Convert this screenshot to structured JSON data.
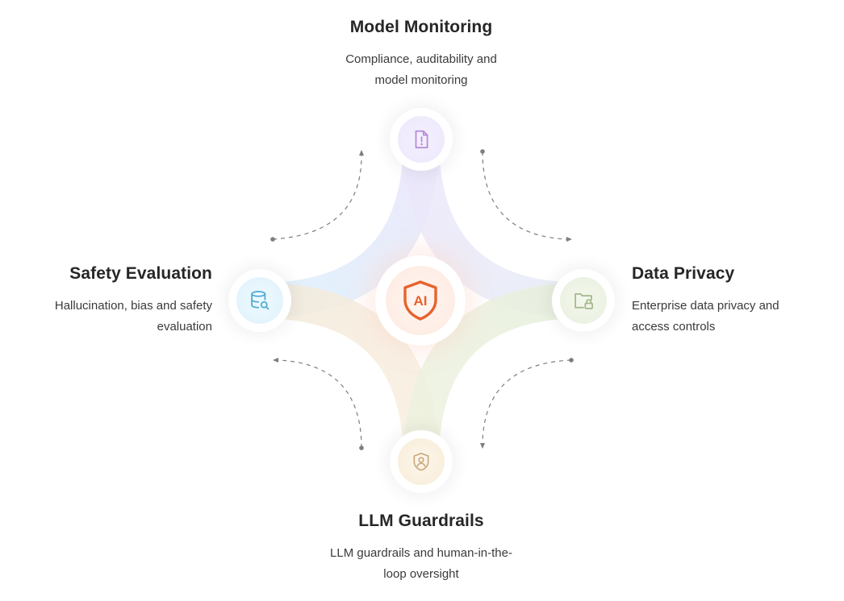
{
  "center": {
    "label": "AI",
    "icon": "ai-shield-icon",
    "color": "#e8622c"
  },
  "nodes": {
    "top": {
      "title": "Model Monitoring",
      "desc_line1": "Compliance, auditability and",
      "desc_line2": "model monitoring",
      "icon": "document-alert-icon",
      "color": "#b58ad6"
    },
    "right": {
      "title": "Data Privacy",
      "desc_line1": "Enterprise data privacy and",
      "desc_line2": "access controls",
      "icon": "folder-lock-icon",
      "color": "#a4b88a"
    },
    "bottom": {
      "title": "LLM Guardrails",
      "desc_line1": "LLM guardrails and human-in-the-",
      "desc_line2": "loop oversight",
      "icon": "user-shield-icon",
      "color": "#c9a77b"
    },
    "left": {
      "title": "Safety Evaluation",
      "desc_line1": "Hallucination, bias and safety",
      "desc_line2": "evaluation",
      "icon": "database-search-icon",
      "color": "#4eaad0"
    }
  }
}
